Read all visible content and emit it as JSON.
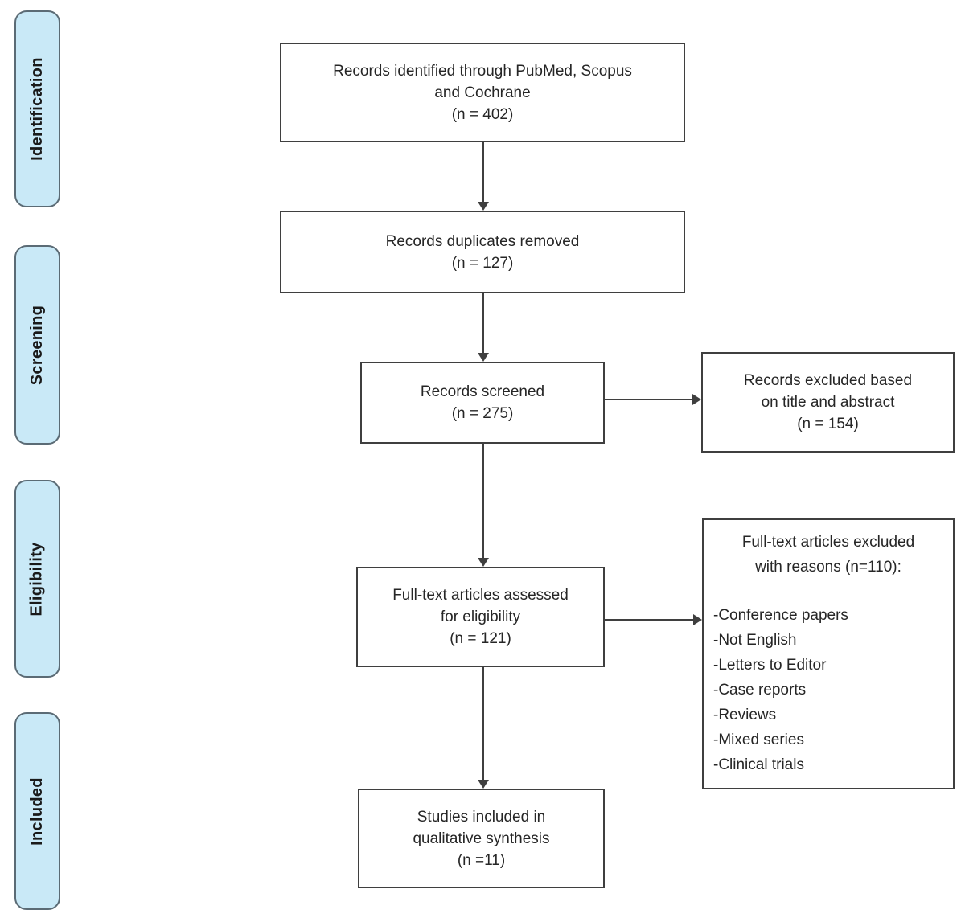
{
  "diagram_type": "prisma-flow-diagram",
  "colors": {
    "background": "#ffffff",
    "stage_fill": "#c9e9f7",
    "stage_border": "#5b6b75",
    "box_border": "#3f3f3f",
    "arrow": "#3f3f3f",
    "text": "#262626"
  },
  "stages": [
    {
      "label": "Identification"
    },
    {
      "label": "Screening"
    },
    {
      "label": "Eligibility"
    },
    {
      "label": "Included"
    }
  ],
  "boxes": {
    "identified": {
      "lines": [
        "Records identified through PubMed, Scopus",
        "and Cochrane",
        "(n = 402)"
      ]
    },
    "duplicates_removed": {
      "lines": [
        "Records duplicates removed",
        "(n = 127)"
      ]
    },
    "screened": {
      "lines": [
        "Records screened",
        "(n = 275)"
      ]
    },
    "excluded_title_abstract": {
      "lines": [
        "Records excluded based",
        "on title and abstract",
        "(n = 154)"
      ]
    },
    "fulltext_assessed": {
      "lines": [
        "Full-text articles assessed",
        "for eligibility",
        "(n = 121)"
      ]
    },
    "fulltext_excluded": {
      "header_lines": [
        "Full-text articles excluded",
        "with reasons (n=110):"
      ],
      "reasons": [
        "-Conference papers",
        "-Not English",
        "-Letters to Editor",
        "-Case reports",
        "-Reviews",
        "-Mixed series",
        "-Clinical trials"
      ]
    },
    "included_qualitative": {
      "lines": [
        "Studies included in",
        "qualitative synthesis",
        "(n =11)"
      ]
    }
  }
}
